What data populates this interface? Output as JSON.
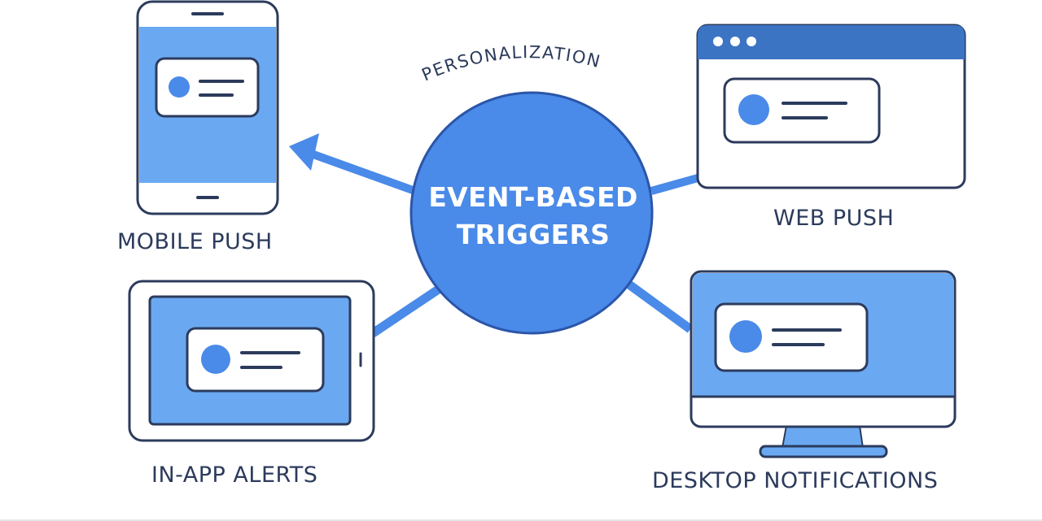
{
  "diagram": {
    "hub": {
      "line1": "EVENT-BASED",
      "line2": "TRIGGERS"
    },
    "arc_label": "PERSONALIZATION",
    "channels": [
      {
        "id": "mobile",
        "label": "MOBILE PUSH",
        "icon": "smartphone-icon",
        "connection": "arrow"
      },
      {
        "id": "web",
        "label": "WEB PUSH",
        "icon": "browser-window-icon",
        "connection": "arrow"
      },
      {
        "id": "inapp",
        "label": "IN-APP ALERTS",
        "icon": "tablet-icon",
        "connection": "line"
      },
      {
        "id": "desktop",
        "label": "DESKTOP NOTIFICATIONS",
        "icon": "desktop-monitor-icon",
        "connection": "line"
      }
    ],
    "colors": {
      "primary_blue": "#4a8ae8",
      "light_blue": "#6aa9f2",
      "outline_navy": "#2c3b5c",
      "browser_bar": "#3c74c4",
      "white": "#ffffff"
    }
  }
}
